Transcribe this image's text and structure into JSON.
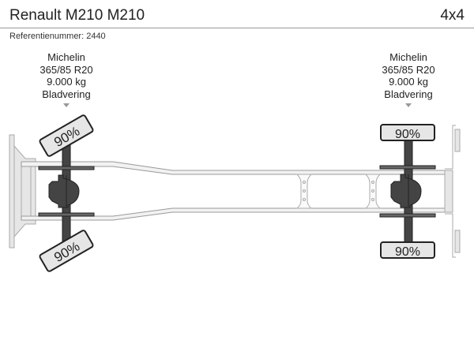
{
  "header": {
    "title": "Renault M210 M210",
    "configuration": "4x4",
    "reference": "Referentienummer: 2440"
  },
  "axles": [
    {
      "brand": "Michelin",
      "tire_size": "365/85 R20",
      "load": "9.000 kg",
      "suspension": "Bladvering",
      "tire_tread": [
        "90%",
        "90%"
      ]
    },
    {
      "brand": "Michelin",
      "tire_size": "365/85 R20",
      "load": "9.000 kg",
      "suspension": "Bladvering",
      "tire_tread": [
        "90%",
        "90%"
      ]
    }
  ]
}
